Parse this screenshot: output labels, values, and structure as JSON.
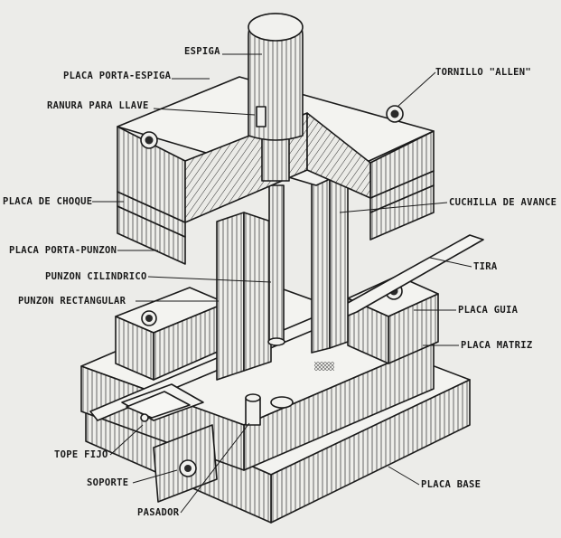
{
  "labels": {
    "espiga": "ESPIGA",
    "placa_porta_espiga": "PLACA PORTA-ESPIGA",
    "ranura_para_llave": "RANURA PARA LLAVE",
    "tornillo_allen": "TORNILLO \"ALLEN\"",
    "placa_de_choque": "PLACA DE CHOQUE",
    "cuchilla_de_avance": "CUCHILLA DE AVANCE",
    "placa_porta_punzon": "PLACA PORTA-PUNZON",
    "tira": "TIRA",
    "punzon_cilindrico": "PUNZON CILINDRICO",
    "punzon_rectangular": "PUNZON RECTANGULAR",
    "placa_guia": "PLACA GUIA",
    "placa_matriz": "PLACA MATRIZ",
    "tope_fijo": "TOPE FIJO",
    "soporte": "SOPORTE",
    "placa_base": "PLACA BASE",
    "pasador": "PASADOR"
  }
}
